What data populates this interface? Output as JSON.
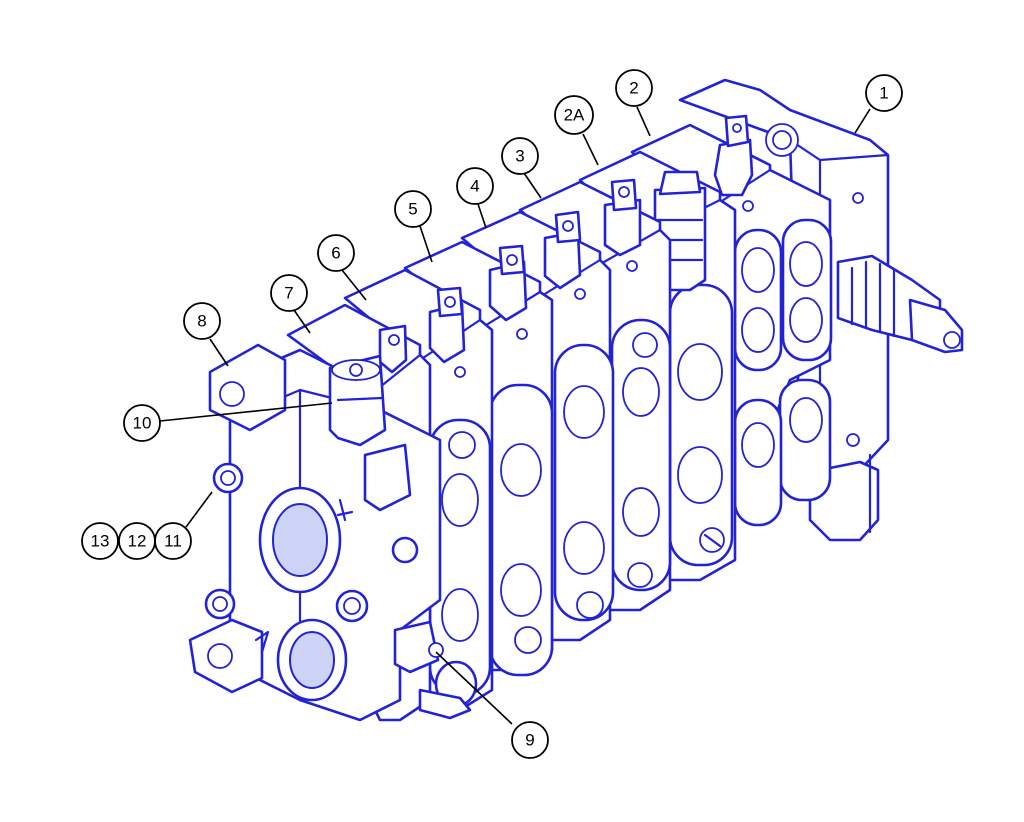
{
  "colors": {
    "line": "#2323d6",
    "shade": "#cdd2f7",
    "callout": "#000000",
    "background": "#ffffff"
  },
  "callouts": [
    {
      "id": "1",
      "label": "1"
    },
    {
      "id": "2",
      "label": "2"
    },
    {
      "id": "2A",
      "label": "2A"
    },
    {
      "id": "3",
      "label": "3"
    },
    {
      "id": "4",
      "label": "4"
    },
    {
      "id": "5",
      "label": "5"
    },
    {
      "id": "6",
      "label": "6"
    },
    {
      "id": "7",
      "label": "7"
    },
    {
      "id": "8",
      "label": "8"
    },
    {
      "id": "9",
      "label": "9"
    },
    {
      "id": "10",
      "label": "10"
    },
    {
      "id": "11",
      "label": "11"
    },
    {
      "id": "12",
      "label": "12"
    },
    {
      "id": "13",
      "label": "13"
    }
  ]
}
